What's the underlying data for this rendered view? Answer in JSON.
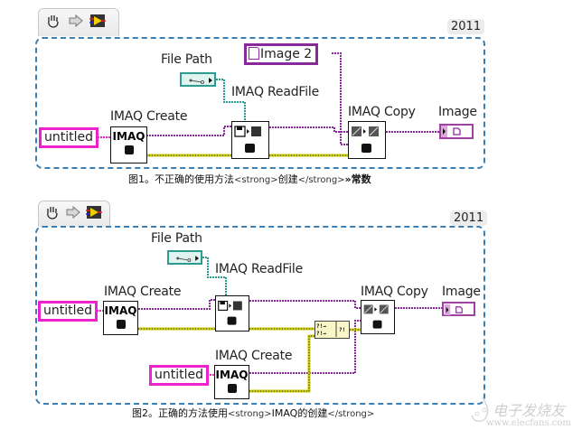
{
  "figure1": {
    "toolbar_icons": [
      "hand-icon",
      "arrow-right-icon",
      "vi-icon"
    ],
    "version": "2011",
    "labels": {
      "file_path": "File Path",
      "imaq_readfile": "IMAQ ReadFile",
      "imaq_create": "IMAQ Create",
      "imaq_copy": "IMAQ Copy",
      "image_indicator": "Image"
    },
    "string_constant": "untitled",
    "image_constant": "Image 2",
    "node_text": {
      "imaq_create": "IMAQ"
    },
    "caption": {
      "prefix": "图1。不正确的使用方法",
      "tag_open": "<strong>",
      "middle": "创建",
      "tag_close": "</strong>",
      "suffix_marker": "»",
      "suffix": "常数"
    }
  },
  "figure2": {
    "toolbar_icons": [
      "hand-icon",
      "arrow-right-icon",
      "vi-icon"
    ],
    "version": "2011",
    "labels": {
      "file_path": "File Path",
      "imaq_readfile": "IMAQ ReadFile",
      "imaq_create_1": "IMAQ Create",
      "imaq_create_2": "IMAQ Create",
      "imaq_copy": "IMAQ Copy",
      "image_indicator": "Image"
    },
    "string_constant_1": "untitled",
    "string_constant_2": "untitled",
    "node_text": {
      "imaq_create": "IMAQ",
      "merge_errors": "?!"
    },
    "caption": {
      "prefix": "图2。正确的方法使用",
      "tag_open": "<strong>",
      "middle": "IMAQ的创建",
      "tag_close": "</strong>"
    }
  },
  "watermark": {
    "title": "电子发烧友",
    "url": "www.elecfans.com"
  },
  "colors": {
    "frame": "#3a7fb3",
    "string_wire": "#ee22cc",
    "image_wire": "#8a2a9a",
    "error_wire": "#c8c800",
    "path_wire": "#2a9d8f"
  }
}
